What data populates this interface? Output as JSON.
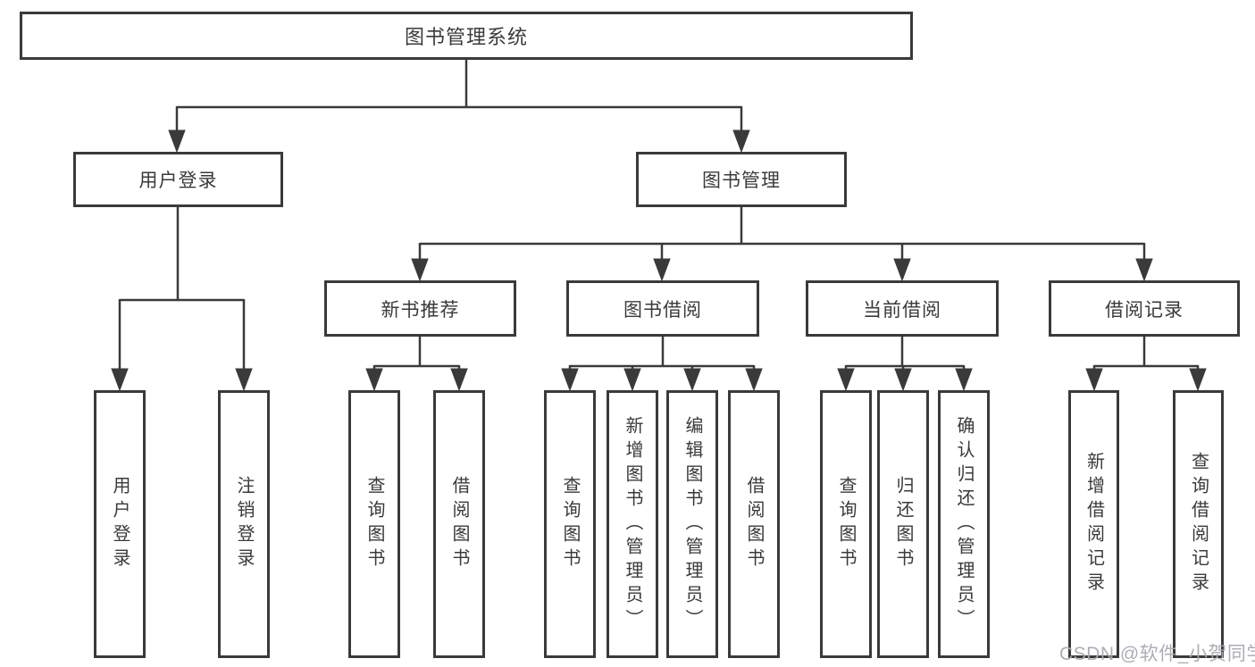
{
  "diagram": {
    "root": {
      "label": "图书管理系统"
    },
    "branches": [
      {
        "label": "用户登录",
        "children": [
          {
            "label": "用户登录"
          },
          {
            "label": "注销登录"
          }
        ]
      },
      {
        "label": "图书管理",
        "children": [
          {
            "label": "新书推荐",
            "children": [
              {
                "label": "查询图书"
              },
              {
                "label": "借阅图书"
              }
            ]
          },
          {
            "label": "图书借阅",
            "children": [
              {
                "label": "查询图书"
              },
              {
                "label": "新增图书（管理员）"
              },
              {
                "label": "编辑图书（管理员）"
              },
              {
                "label": "借阅图书"
              }
            ]
          },
          {
            "label": "当前借阅",
            "children": [
              {
                "label": "查询图书"
              },
              {
                "label": "归还图书"
              },
              {
                "label": "确认归还（管理员）"
              }
            ]
          },
          {
            "label": "借阅记录",
            "children": [
              {
                "label": "新增借阅记录"
              },
              {
                "label": "查询借阅记录"
              }
            ]
          }
        ]
      }
    ]
  },
  "watermark": {
    "text": "CSDN @软件_小贺同学"
  },
  "colors": {
    "line": "#3a3a3a",
    "border": "#3a3a3a",
    "text": "#3a3a3a",
    "watermark": "#a5aab1",
    "background": "#ffffff"
  }
}
